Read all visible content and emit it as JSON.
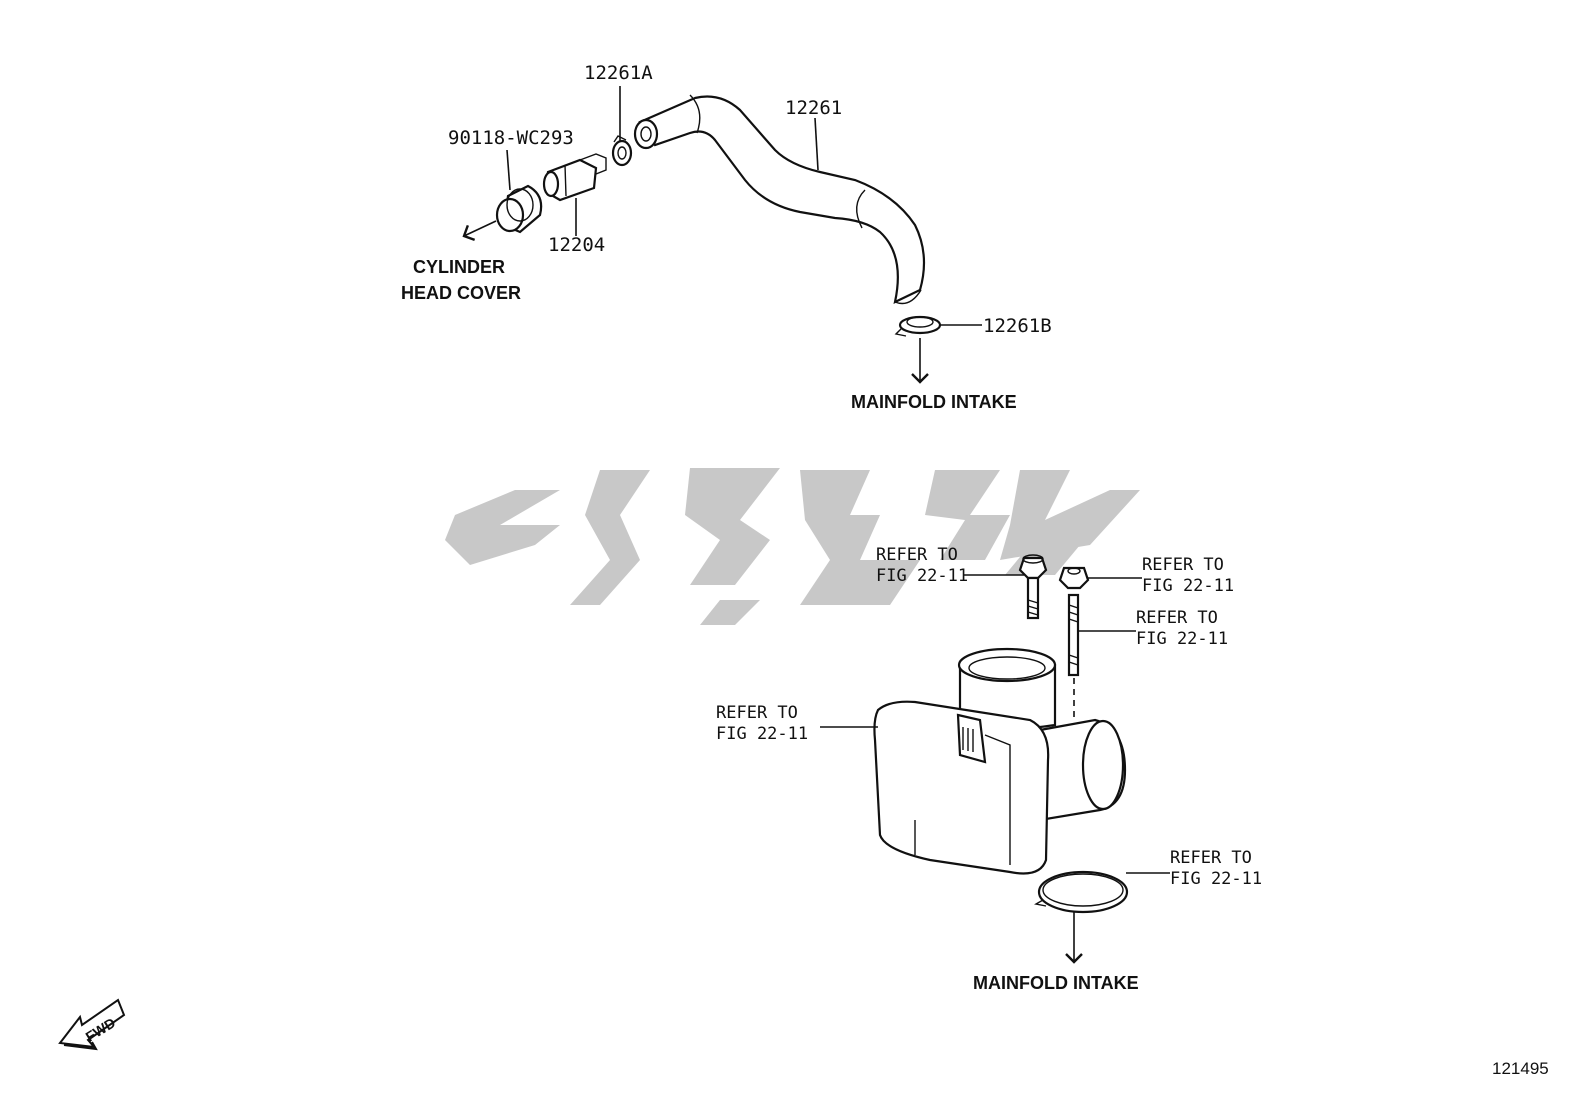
{
  "parts": {
    "p90118": "90118-WC293",
    "p12261A": "12261A",
    "p12261": "12261",
    "p12204": "12204",
    "p12261B": "12261B"
  },
  "destinations": {
    "cylinder_head_line1": "CYLINDER",
    "cylinder_head_line2": "HEAD COVER",
    "manifold_upper": "MAINFOLD INTAKE",
    "manifold_lower": "MAINFOLD INTAKE"
  },
  "refs": {
    "bolt_line1": "REFER TO",
    "bolt_line2": "FIG 22-11",
    "nut_line1": "REFER TO",
    "nut_line2": "FIG 22-11",
    "stud_line1": "REFER TO",
    "stud_line2": "FIG 22-11",
    "throttle_line1": "REFER TO",
    "throttle_line2": "FIG 22-11",
    "gasket_line1": "REFER TO",
    "gasket_line2": "FIG 22-11"
  },
  "fwd_label": "FWD",
  "figure_number": "121495",
  "colors": {
    "line": "#111111",
    "watermark": "#c8c8c8",
    "background": "#ffffff"
  }
}
